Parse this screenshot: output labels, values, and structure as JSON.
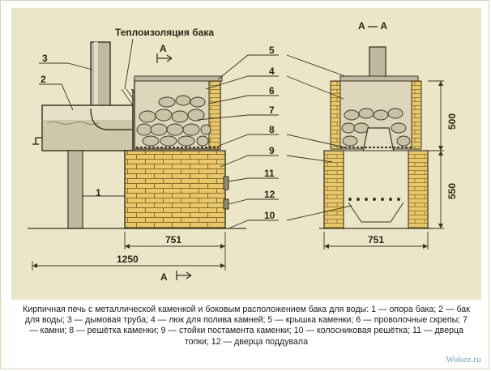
{
  "diagram": {
    "insulation_label": "Теплоизоляция бака",
    "section_title": "А — А",
    "section_mark": "А",
    "callouts": [
      "1",
      "2",
      "3",
      "4",
      "5",
      "6",
      "7",
      "8",
      "9",
      "10",
      "11",
      "12"
    ],
    "dimensions": {
      "stove_width_side": "751",
      "total_length": "1250",
      "stove_width_front": "751",
      "height_upper": "500",
      "height_lower": "550"
    }
  },
  "caption": "Кирпичная печь с металлической каменкой и боковым расположением бака для воды: 1 — опора бака; 2 — бак для воды; 3 — дымовая труба; 4 — люк для полива камней; 5 — крышка каменки; 6 — проволочные скрепы; 7 — камни; 8 — решётка каменки; 9 — стойки постамента каменки; 10 — колосниковая решётка; 11 — дверца топки; 12 — дверца поддувала",
  "watermark": "Wokez.ru",
  "colors": {
    "background": "#ece6c9",
    "brick": "#e7c86a",
    "line": "#3a3322",
    "water": "#cfc7aa"
  }
}
